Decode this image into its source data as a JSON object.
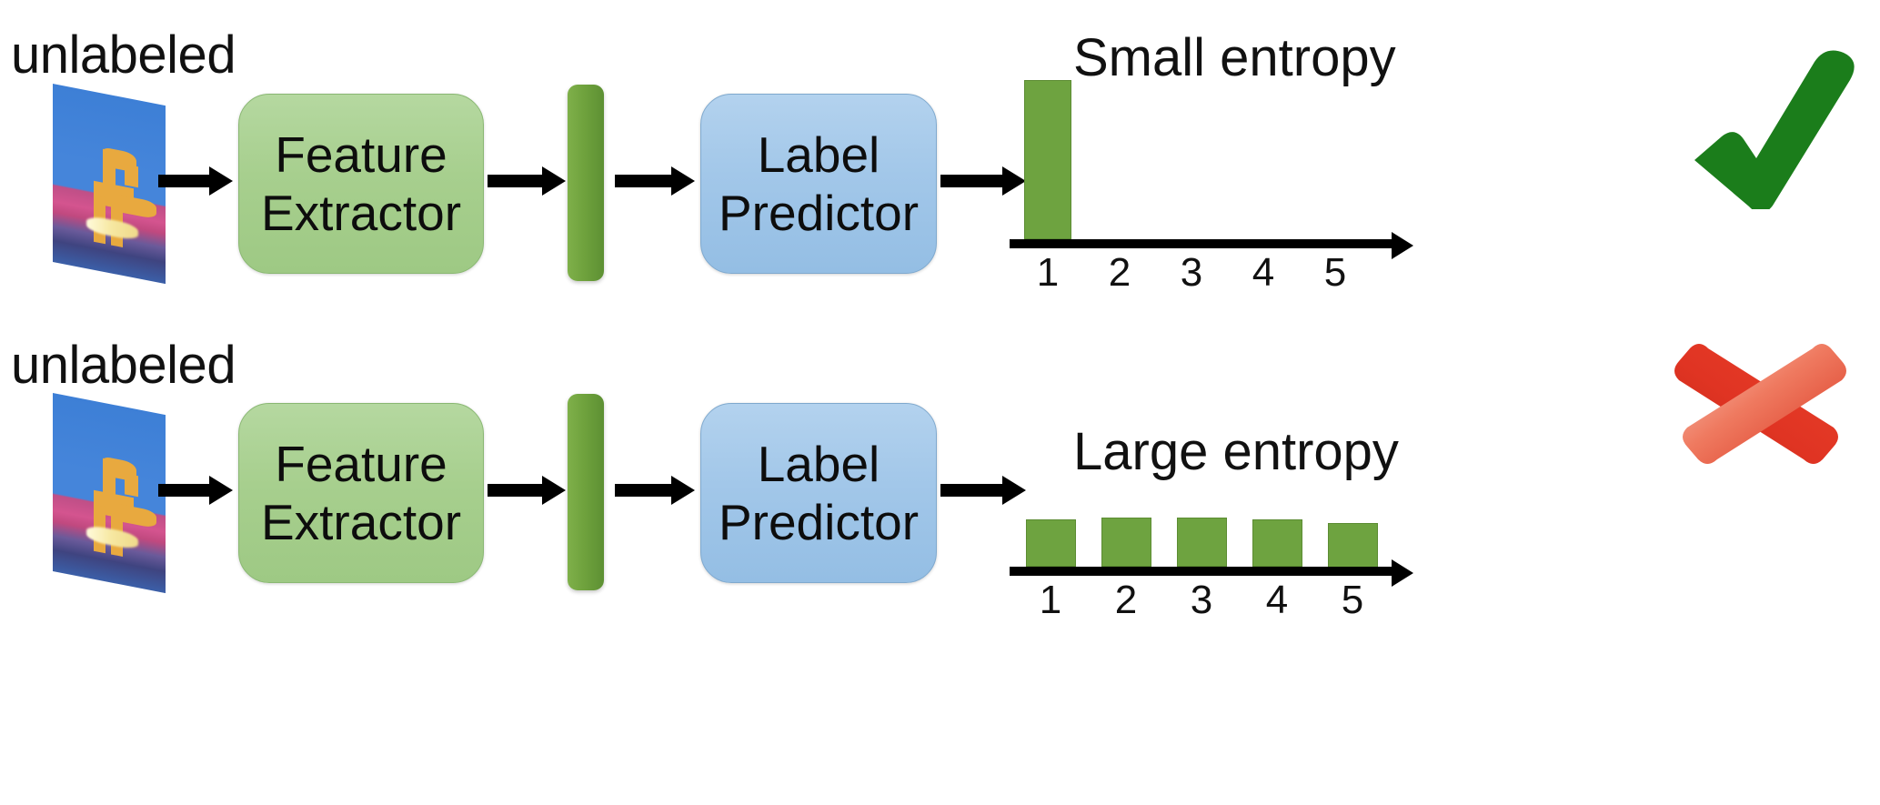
{
  "figure": {
    "title": "Entropy-based semi-supervised domain adaptation diagram"
  },
  "rows": [
    {
      "id": "top",
      "input_caption": "unlabeled",
      "thumbnail_name": "horse-photo-thumbnail",
      "feature_extractor_label_line1": "Feature",
      "feature_extractor_label_line2": "Extractor",
      "feature_vector_name": "feature-vector-bar",
      "label_predictor_label_line1": "Label",
      "label_predictor_label_line2": "Predictor",
      "entropy_title": "Small entropy",
      "verdict_icon": "green-check-icon"
    },
    {
      "id": "bottom",
      "input_caption": "unlabeled",
      "thumbnail_name": "horse-photo-thumbnail",
      "feature_extractor_label_line1": "Feature",
      "feature_extractor_label_line2": "Extractor",
      "feature_vector_name": "feature-vector-bar",
      "label_predictor_label_line1": "Label",
      "label_predictor_label_line2": "Predictor",
      "entropy_title": "Large entropy",
      "verdict_icon": "red-cross-icon"
    }
  ],
  "chart_data": [
    {
      "type": "bar",
      "id": "small-entropy-distribution",
      "title": "Small entropy",
      "categories": [
        "1",
        "2",
        "3",
        "4",
        "5"
      ],
      "values": [
        1.0,
        0.0,
        0.0,
        0.0,
        0.0
      ],
      "xlabel": "",
      "ylabel": "",
      "ylim": [
        0,
        1.0
      ],
      "grid": false,
      "legend": "none",
      "bar_color": "#6ea340",
      "annotation": "green-check"
    },
    {
      "type": "bar",
      "id": "large-entropy-distribution",
      "title": "Large entropy",
      "categories": [
        "1",
        "2",
        "3",
        "4",
        "5"
      ],
      "values": [
        0.2,
        0.2,
        0.2,
        0.2,
        0.2
      ],
      "xlabel": "",
      "ylabel": "",
      "ylim": [
        0,
        1.0
      ],
      "grid": false,
      "legend": "none",
      "bar_color": "#6ea340",
      "annotation": "red-cross"
    }
  ],
  "colors": {
    "feature_box": "#a7cf8e",
    "predictor_box": "#a2c7e9",
    "bar_green": "#6ea340",
    "feature_vector_green": "#6fa23d",
    "check_green": "#1b7d1b",
    "cross_red": "#e03423",
    "arrow_black": "#000000"
  }
}
